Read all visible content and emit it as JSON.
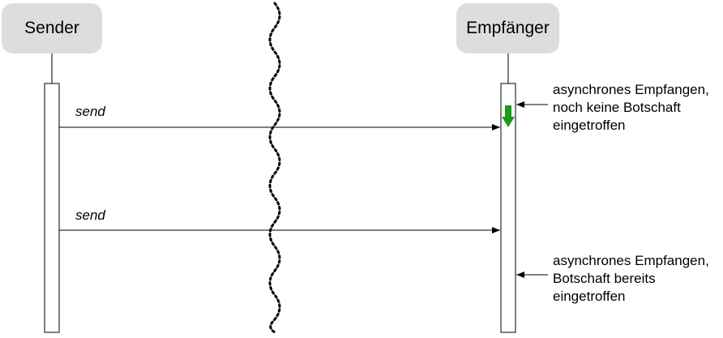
{
  "actors": {
    "sender": "Sender",
    "receiver": "Empfänger"
  },
  "messages": [
    {
      "label": "send"
    },
    {
      "label": "send"
    }
  ],
  "annotations": {
    "top": [
      "asynchrones Empfangen,",
      "noch keine Botschaft",
      "eingetroffen"
    ],
    "bottom": [
      "asynchrones Empfangen,",
      "Botschaft bereits",
      "eingetroffen"
    ]
  },
  "colors": {
    "actor_fill": "#dddddd",
    "receive_marker": "#1a9a1a",
    "line": "#000000"
  }
}
